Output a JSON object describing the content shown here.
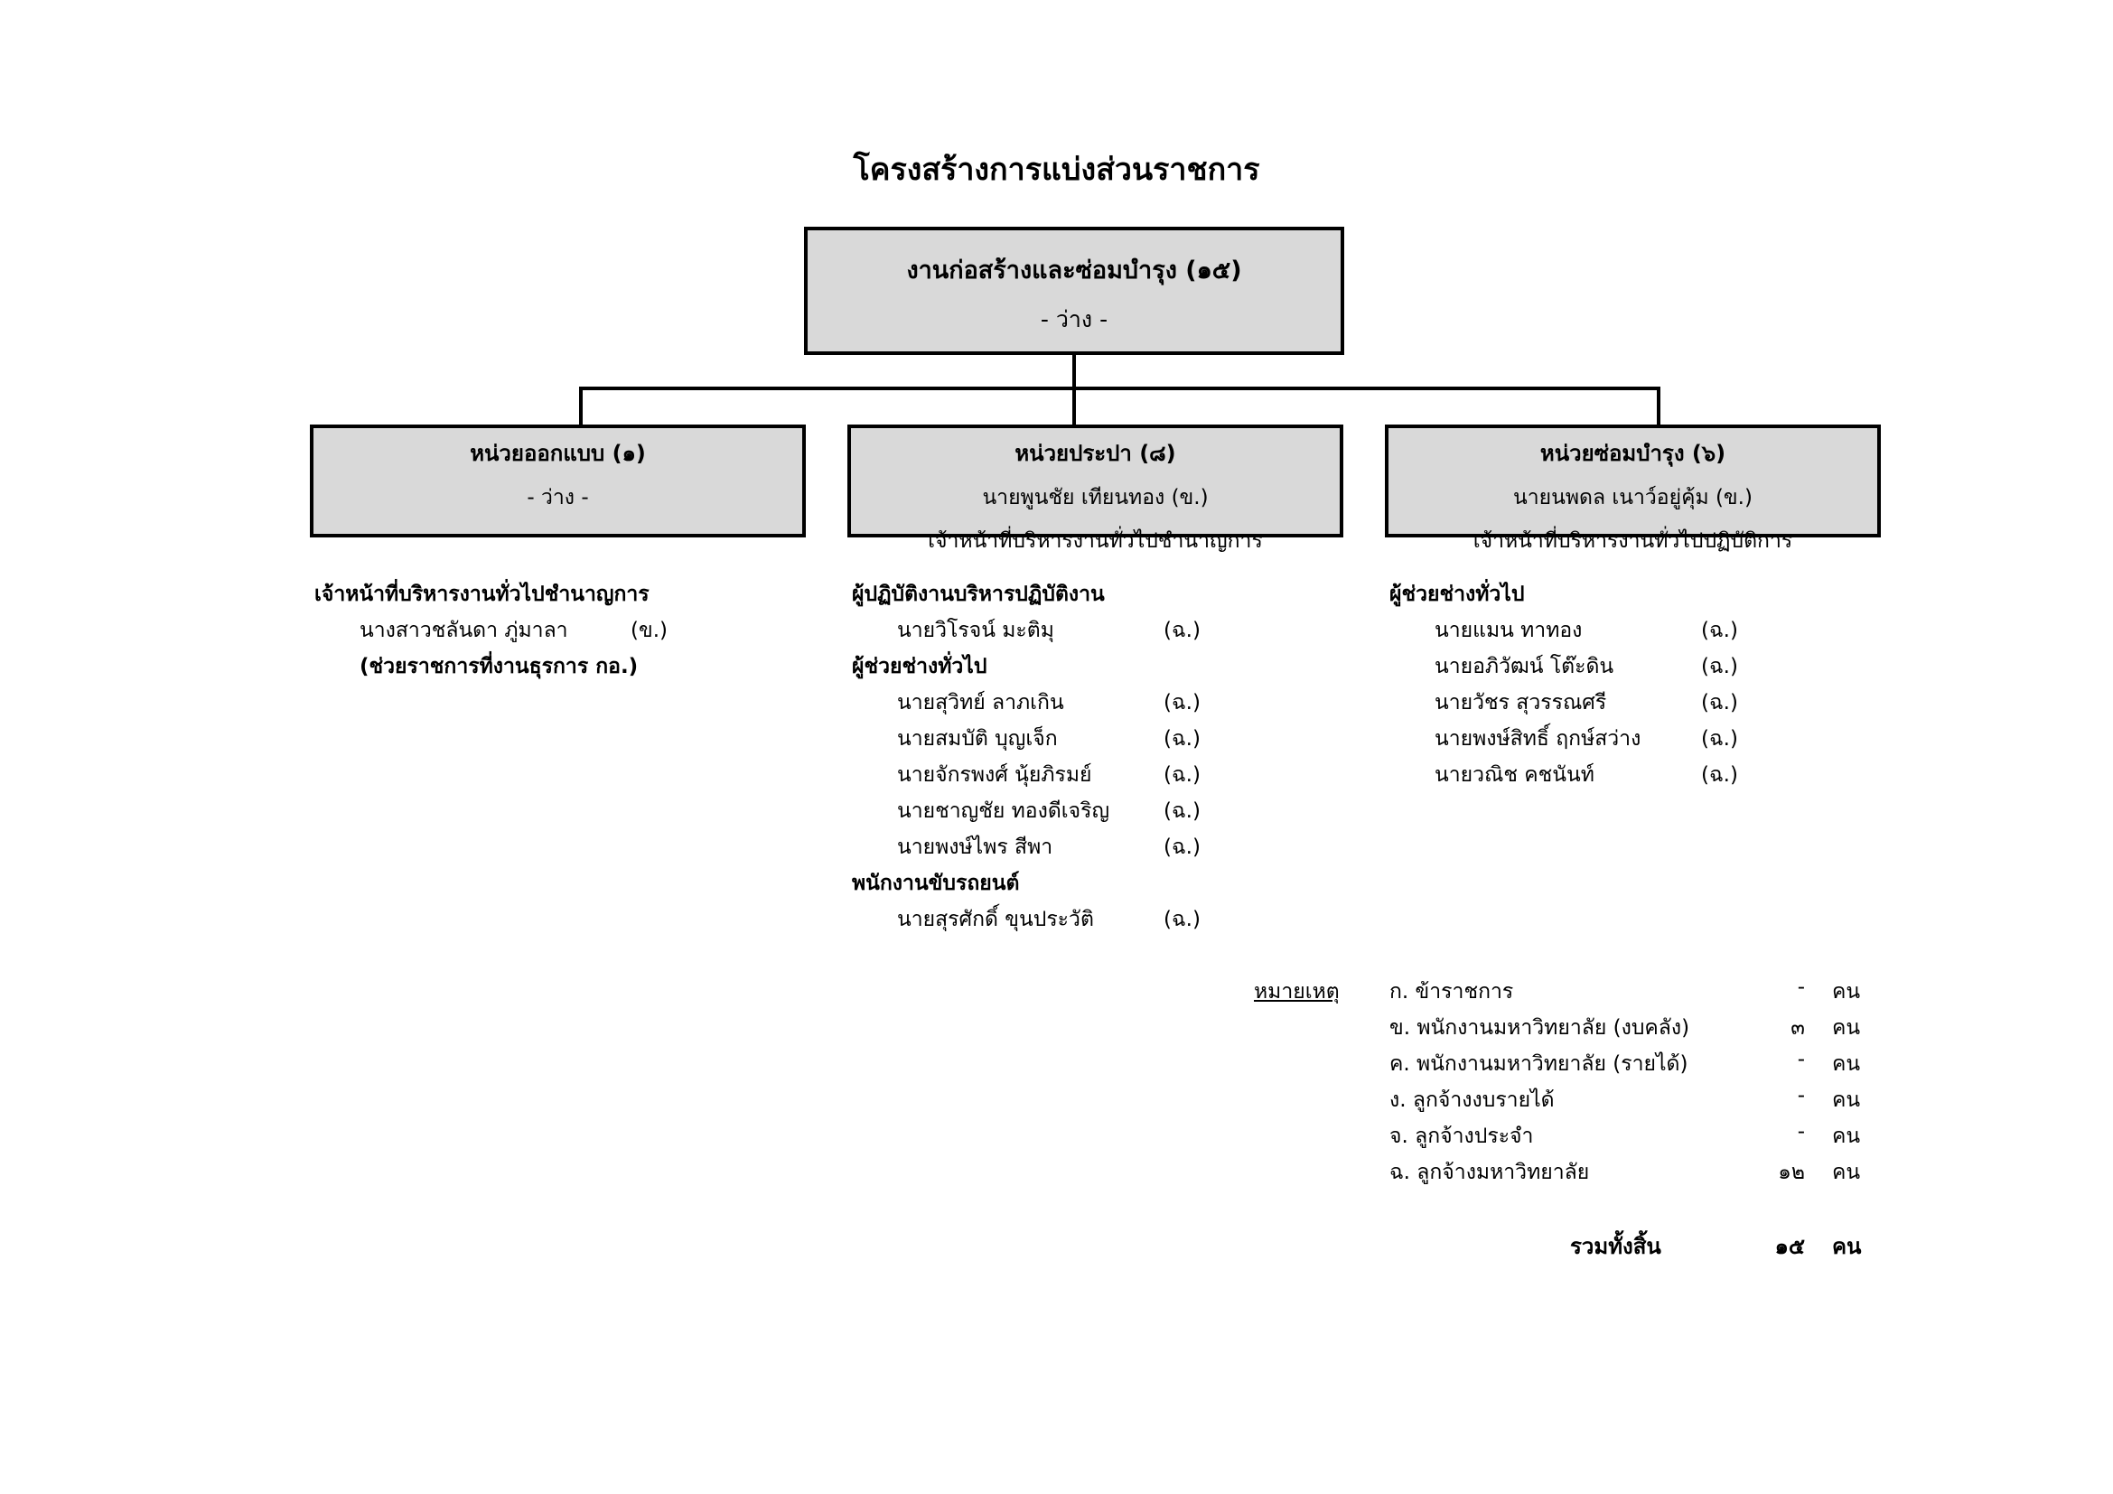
{
  "title": "โครงสร้างการแบ่งส่วนราชการ",
  "top_unit": {
    "name": "งานก่อสร้างและซ่อมบำรุง (๑๕)",
    "head": "- ว่าง -"
  },
  "units": [
    {
      "name": "หน่วยออกแบบ (๑)",
      "head": "- ว่าง -",
      "position": ""
    },
    {
      "name": "หน่วยประปา (๘)",
      "head": "นายพูนชัย  เทียนทอง  (ข.)",
      "position": "เจ้าหน้าที่บริหารงานทั่วไปชำนาญการ"
    },
    {
      "name": "หน่วยซ่อมบำรุง (๖)",
      "head": "นายนพดล  เนาว์อยู่คุ้ม  (ข.)",
      "position": "เจ้าหน้าที่บริหารงานทั่วไปปฏิบัติการ"
    }
  ],
  "staff": {
    "design": {
      "group1_title": "เจ้าหน้าที่บริหารงานทั่วไปชำนาญการ",
      "group1": [
        {
          "name": "นางสาวชลันดา  ภู่มาลา",
          "code": "(ข.)"
        }
      ],
      "note": "(ช่วยราชการที่งานธุรการ กอ.)"
    },
    "water": {
      "group1_title": "ผู้ปฏิบัติงานบริหารปฏิบัติงาน",
      "group1": [
        {
          "name": "นายวิโรจน์  มะติมุ",
          "code": "(ฉ.)"
        }
      ],
      "group2_title": "ผู้ช่วยช่างทั่วไป",
      "group2": [
        {
          "name": "นายสุวิทย์  ลาภเกิน",
          "code": "(ฉ.)"
        },
        {
          "name": "นายสมบัติ  บุญเจ็ก",
          "code": "(ฉ.)"
        },
        {
          "name": "นายจักรพงศ์  นุ้ยภิรมย์",
          "code": "(ฉ.)"
        },
        {
          "name": "นายชาญชัย  ทองดีเจริญ",
          "code": "(ฉ.)"
        },
        {
          "name": "นายพงษ์ไพร  สีพา",
          "code": "(ฉ.)"
        }
      ],
      "group3_title": "พนักงานขับรถยนต์",
      "group3": [
        {
          "name": "นายสุรศักดิ์  ขุนประวัติ",
          "code": "(ฉ.)"
        }
      ]
    },
    "repair": {
      "group1_title": "ผู้ช่วยช่างทั่วไป",
      "group1": [
        {
          "name": "นายแมน  ทาทอง",
          "code": "(ฉ.)"
        },
        {
          "name": "นายอภิวัฒน์  โต๊ะดิน",
          "code": "(ฉ.)"
        },
        {
          "name": "นายวัชร  สุวรรณศรี",
          "code": "(ฉ.)"
        },
        {
          "name": "นายพงษ์สิทธิ์  ฤกษ์สว่าง",
          "code": "(ฉ.)"
        },
        {
          "name": "นายวณิช  คชนันท์",
          "code": "(ฉ.)"
        }
      ]
    }
  },
  "summary": {
    "label": "หมายเหตุ",
    "items": [
      {
        "label": "ก. ข้าราชการ",
        "count": "-",
        "unit": "คน"
      },
      {
        "label": "ข. พนักงานมหาวิทยาลัย (งบคลัง)",
        "count": "๓",
        "unit": "คน"
      },
      {
        "label": "ค. พนักงานมหาวิทยาลัย (รายได้)",
        "count": "-",
        "unit": "คน"
      },
      {
        "label": "ง. ลูกจ้างงบรายได้",
        "count": "-",
        "unit": "คน"
      },
      {
        "label": "จ. ลูกจ้างประจำ",
        "count": "-",
        "unit": "คน"
      },
      {
        "label": "ฉ. ลูกจ้างมหาวิทยาลัย",
        "count": "๑๒",
        "unit": "คน"
      }
    ],
    "total_label": "รวมทั้งสิ้น",
    "total_count": "๑๕",
    "total_unit": "คน"
  }
}
